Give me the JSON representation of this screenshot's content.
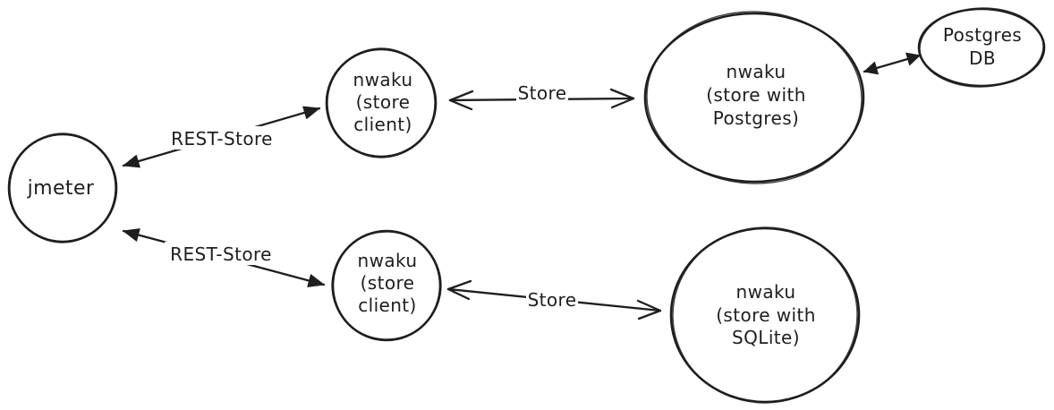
{
  "canvas": {
    "background_color": "#ffffff",
    "stroke_color": "#1e1e1e"
  },
  "nodes": [
    {
      "id": "jmeter",
      "label_lines": [
        "jmeter"
      ]
    },
    {
      "id": "nwaku-store-client-top",
      "label_lines": [
        "nwaku",
        "(store",
        "client)"
      ]
    },
    {
      "id": "nwaku-store-postgres",
      "label_lines": [
        "nwaku",
        "(store with",
        "Postgres)"
      ]
    },
    {
      "id": "postgres-db",
      "label_lines": [
        "Postgres",
        "DB"
      ]
    },
    {
      "id": "nwaku-store-client-bottom",
      "label_lines": [
        "nwaku",
        "(store",
        "client)"
      ]
    },
    {
      "id": "nwaku-store-sqlite",
      "label_lines": [
        "nwaku",
        "(store with",
        "SQLite)"
      ]
    }
  ],
  "edges": [
    {
      "id": "rest-store-top",
      "label": "REST-Store",
      "style": "double-arrow-filled"
    },
    {
      "id": "store-top",
      "label": "Store",
      "style": "double-arrow-open"
    },
    {
      "id": "postgres-link",
      "label": "",
      "style": "double-arrow-filled"
    },
    {
      "id": "rest-store-bottom",
      "label": "REST-Store",
      "style": "double-arrow-filled"
    },
    {
      "id": "store-bottom",
      "label": "Store",
      "style": "double-arrow-open"
    }
  ]
}
